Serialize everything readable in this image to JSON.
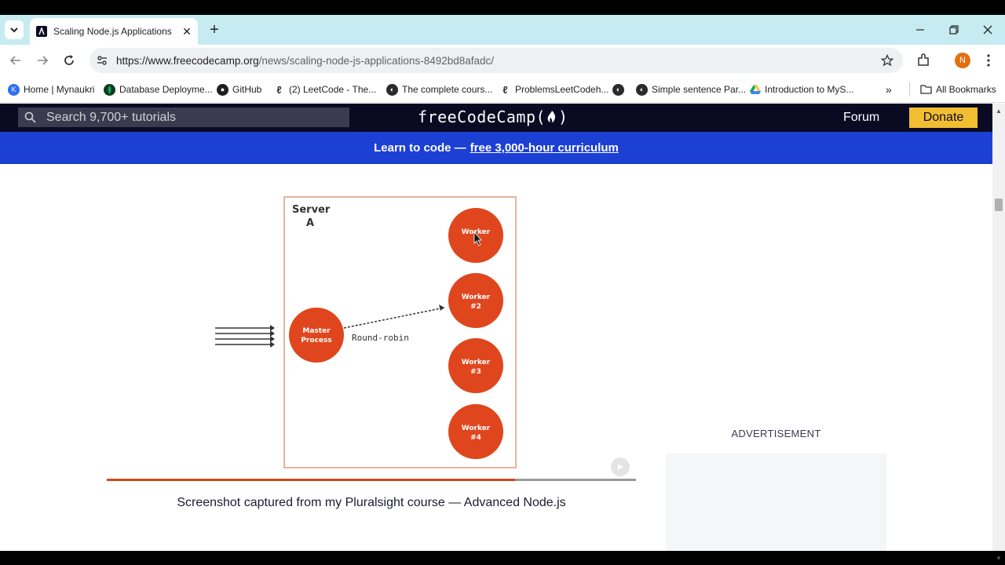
{
  "browser": {
    "tab_title": "Scaling Node.js Applications",
    "url_host": "https://www.freecodecamp.org",
    "url_path": "/news/scaling-node-js-applications-8492bd8afadc/",
    "profile_initial": "N",
    "bookmarks": [
      {
        "label": "Home | Mynaukri",
        "icon": "mynaukri-icon",
        "color": "#2f6ef0"
      },
      {
        "label": "Database Deployme...",
        "icon": "mongodb-leaf-icon",
        "color": "#0b7a3e"
      },
      {
        "label": "GitHub",
        "icon": "github-icon",
        "color": "#1f1f1f"
      },
      {
        "label": "(2) LeetCode - The...",
        "icon": "leetcode-icon",
        "color": "#f2a33a"
      },
      {
        "label": "The complete cours...",
        "icon": "globe-icon",
        "color": "#1f1f1f"
      },
      {
        "label": "ProblemsLeetCodeh...",
        "icon": "leetcode-icon",
        "color": "#f2a33a"
      },
      {
        "label": "",
        "icon": "globe-icon",
        "color": "#1f1f1f"
      },
      {
        "label": "Simple sentence Par...",
        "icon": "globe-icon",
        "color": "#1f1f1f"
      },
      {
        "label": "Introduction to MyS...",
        "icon": "google-drive-icon",
        "color": "#f7c744"
      }
    ],
    "all_bookmarks_label": "All Bookmarks"
  },
  "site": {
    "search_placeholder": "Search 9,700+ tutorials",
    "logo_text": "freeCodeCamp(",
    "logo_close": ")",
    "forum_label": "Forum",
    "donate_label": "Donate",
    "banner_prefix": "Learn to code —",
    "banner_link": "free 3,000-hour curriculum",
    "accent": "#f1be32",
    "banner_color": "#1c3fd4"
  },
  "diagram": {
    "server_label_line1": "Server",
    "server_label_line2": "A",
    "master_line1": "Master",
    "master_line2": "Process",
    "edge_label": "Round-robin",
    "workers": [
      {
        "line1": "Worker",
        "line2": ""
      },
      {
        "line1": "Worker",
        "line2": "#2"
      },
      {
        "line1": "Worker",
        "line2": "#3"
      },
      {
        "line1": "Worker",
        "line2": "#4"
      }
    ],
    "node_color": "#e0461d",
    "border_color": "#e39a7f"
  },
  "article": {
    "caption": "Screenshot captured from my Pluralsight course — Advanced Node.js",
    "ad_label": "ADVERTISEMENT"
  }
}
